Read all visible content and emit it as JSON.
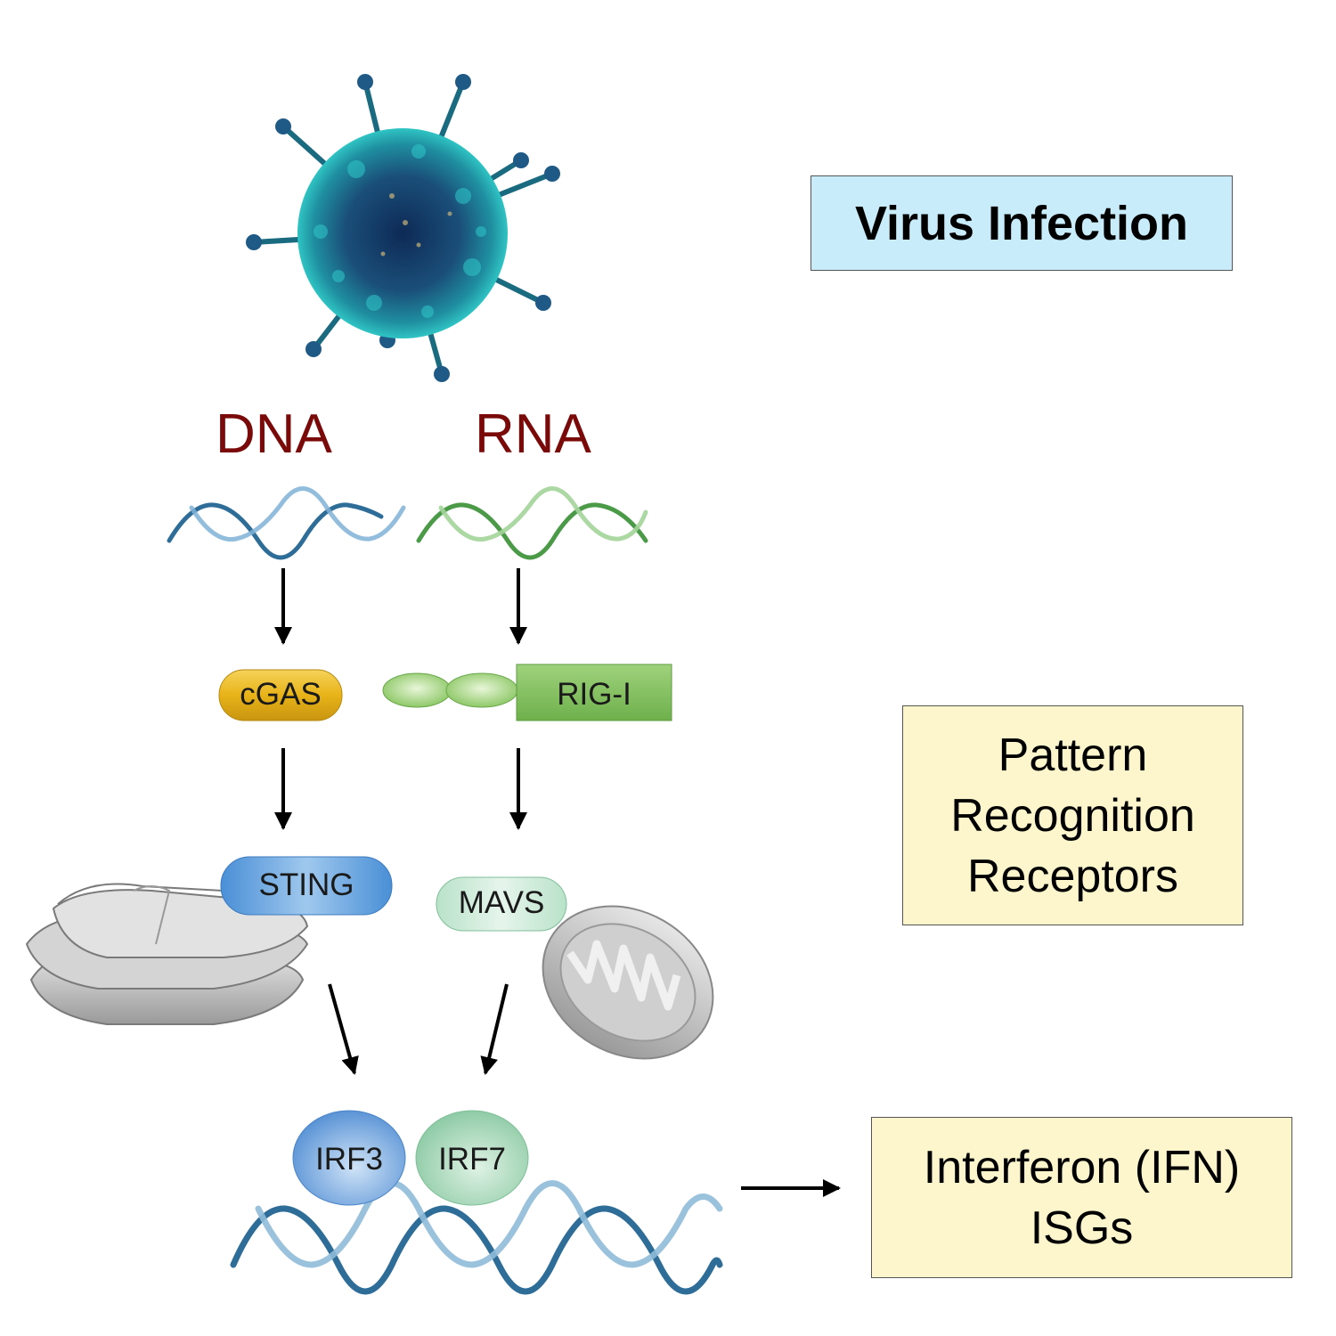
{
  "labels": {
    "dna": "DNA",
    "rna": "RNA"
  },
  "boxes": {
    "virus_infection": "Virus Infection",
    "prr_lines": [
      "Pattern",
      "Recognition",
      "Receptors"
    ],
    "ifn_lines": [
      "Interferon (IFN)",
      "ISGs"
    ]
  },
  "proteins": {
    "cgas": "cGAS",
    "rigi": "RIG-I",
    "sting": "STING",
    "mavs": "MAVS",
    "irf3": "IRF3",
    "irf7": "IRF7"
  },
  "icons": [
    "virus-particle-icon",
    "dna-helix-icon",
    "rna-helix-icon",
    "golgi-er-icon",
    "mitochondrion-icon",
    "promoter-dna-icon"
  ],
  "colors": {
    "nucleic_acid_label": "#7a0a0a",
    "virus": "#1b7f8f",
    "dna_helix": "#2f6d99",
    "rna_helix": "#4b9a48",
    "cgas": "#e7b41a",
    "rigi": "#7fbf5a",
    "sting": "#5fa2dd",
    "mavs": "#c9ead7",
    "irf3": "#6fa4dc",
    "irf7": "#a6d8ba",
    "virus_box": "#c9ecfb",
    "note_box": "#fdf5cc"
  }
}
